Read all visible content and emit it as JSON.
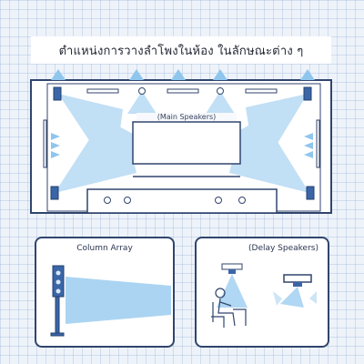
{
  "title": "ตำแหน่งการวางลำโพงในห้อง ในลักษณะต่าง ๆ",
  "plan": {
    "label": "(Main Speakers)"
  },
  "panels": {
    "column_array": {
      "title": "Column Array"
    },
    "delay_speakers": {
      "title": "(Delay Speakers)"
    }
  },
  "colors": {
    "line": "#30456d",
    "beam": "#8fc6ee",
    "speaker": "#3a66a8"
  },
  "icons": [
    "speaker-icon",
    "person-icon",
    "ceiling-speaker-icon",
    "column-speaker-icon"
  ]
}
